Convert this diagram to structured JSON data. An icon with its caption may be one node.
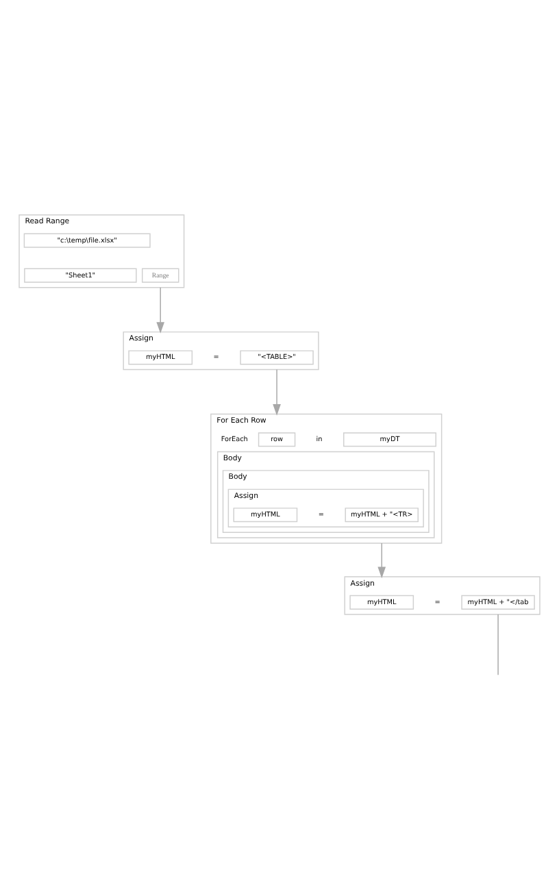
{
  "diagram": {
    "nodes": [
      {
        "text": [
          "Read Range"
        ]
      },
      {
        "text": [
          "\"c:\\temp\\file.xlsx\""
        ],
        "in": 0
      },
      {
        "text": [
          "\"Sheet1\""
        ],
        "in": 0
      },
      {
        "text": [
          "Range"
        ],
        "in": 0
      },
      {
        "text": [
          "Assign"
        ]
      },
      {
        "text": [
          "myHTML"
        ],
        "in": 4
      },
      {
        "text": [
          "\"<TABLE>\""
        ],
        "in": 4
      },
      {
        "text": [
          "For Each Row"
        ]
      },
      {
        "text": [
          "row"
        ],
        "in": 7
      },
      {
        "text": [
          "myDT"
        ],
        "in": 7
      },
      {
        "text": [
          "Body"
        ],
        "in": 7
      },
      {
        "text": [
          "Body"
        ],
        "in": 10
      },
      {
        "text": [
          "Assign"
        ],
        "in": 11
      },
      {
        "text": [
          "myHTML"
        ],
        "in": 12
      },
      {
        "text": [
          "myHTML + \"<TR>"
        ],
        "in": 12
      },
      {
        "text": [
          "Assign"
        ]
      },
      {
        "text": [
          "myHTML"
        ],
        "in": 15
      },
      {
        "text": [
          "myHTML + \"</tab"
        ],
        "in": 15
      }
    ],
    "edges": [
      {
        "from": 0,
        "to": 4,
        "arrow": "to"
      },
      {
        "from": 4,
        "to": 7,
        "arrow": "to"
      },
      {
        "from": 7,
        "to": 15,
        "arrow": "to"
      },
      {
        "from": 15,
        "to": null,
        "arrow": "none"
      }
    ],
    "labels": [
      "ForEach",
      "in",
      "=",
      "=",
      "="
    ]
  }
}
